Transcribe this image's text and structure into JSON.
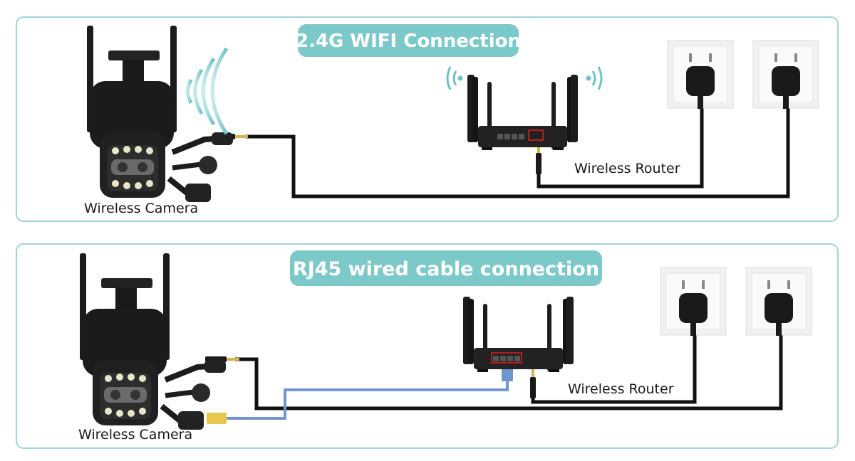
{
  "panels": [
    {
      "title": "2.4G WIFI Connection",
      "camera_label": "Wireless Camera",
      "router_label": "Wireless Router",
      "connection": "wifi"
    },
    {
      "title": "RJ45 wired cable connection",
      "camera_label": "Wireless Camera",
      "router_label": "Wireless Router",
      "connection": "ethernet"
    }
  ],
  "colors": {
    "accent": "#7cc9c9",
    "panel_border": "#9fd6d6",
    "cable": "#111111",
    "ethernet_cable": "#6f95cf",
    "highlight": "#e02020"
  }
}
